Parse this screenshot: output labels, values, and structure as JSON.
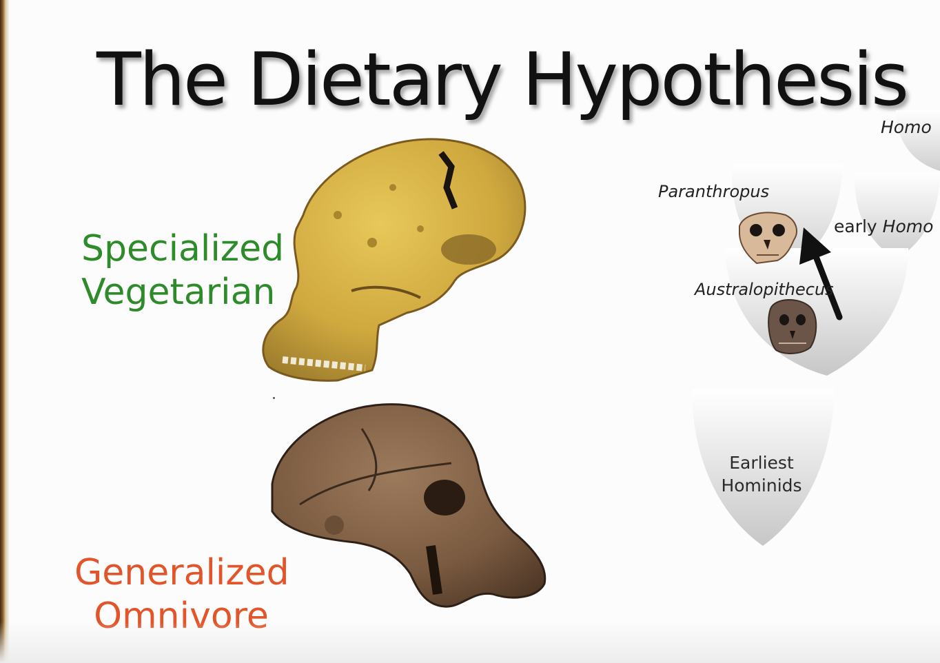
{
  "slide": {
    "title": "The Dietary Hypothesis",
    "left_label": {
      "line1": "Specialized",
      "line2": "Vegetarian",
      "color": "#2e8b2a"
    },
    "right_label": {
      "line1": "Generalized",
      "line2": "Omnivore",
      "color": "#e2542a"
    }
  },
  "phylogeny": {
    "top_right": "Homo",
    "paranthropus": "Paranthropus",
    "early_homo_prefix": "early ",
    "early_homo_genus": "Homo",
    "australopithecus": "Australopithecus",
    "base_line1": "Earliest",
    "base_line2": "Hominids"
  }
}
